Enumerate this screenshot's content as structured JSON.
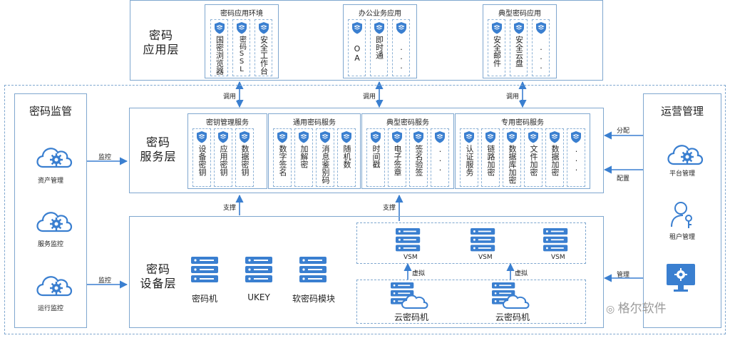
{
  "app_layer": {
    "title_l1": "密码",
    "title_l2": "应用层",
    "groups": [
      {
        "title": "密码应用环境",
        "items": [
          "国密浏览器",
          "密码SSL",
          "安全工作台"
        ]
      },
      {
        "title": "办公业务应用",
        "items": [
          "OA",
          "即时通",
          "..."
        ]
      },
      {
        "title": "典型密码应用",
        "items": [
          "安全邮件",
          "安全云盘",
          "..."
        ]
      }
    ]
  },
  "service_layer": {
    "title_l1": "密码",
    "title_l2": "服务层",
    "groups": [
      {
        "title": "密钥管理服务",
        "items": [
          "设备密钥",
          "应用密钥",
          "数据密钥"
        ]
      },
      {
        "title": "通用密码服务",
        "items": [
          "数字签名",
          "加解密",
          "消息鉴别码",
          "随机数"
        ]
      },
      {
        "title": "典型密码服务",
        "items": [
          "时间戳",
          "电子签章",
          "签名验签",
          "..."
        ]
      },
      {
        "title": "专用密码服务",
        "items": [
          "认证服务",
          "链路加密",
          "数据库加密",
          "文件加密",
          "数据加密",
          "..."
        ]
      }
    ]
  },
  "device_layer": {
    "title_l1": "密码",
    "title_l2": "设备层",
    "devices": [
      "密码机",
      "UKEY",
      "软密码模块"
    ],
    "vsm_label": "VSM",
    "virtual_label": "虚拟",
    "cloud_label": "云密码机"
  },
  "arrows": {
    "call": "调用",
    "support": "支撑"
  },
  "supervision": {
    "title": "密码监管",
    "items": [
      "资产管理",
      "服务监控",
      "运行监控"
    ],
    "arrow_label": "监控"
  },
  "operation": {
    "title": "运营管理",
    "items": [
      "平台管理",
      "租户管理"
    ],
    "arrows": [
      "分配",
      "配置",
      "管理"
    ]
  },
  "watermark": "格尔软件",
  "colors": {
    "accent": "#3a7fd0",
    "border": "#7fa7cf"
  }
}
